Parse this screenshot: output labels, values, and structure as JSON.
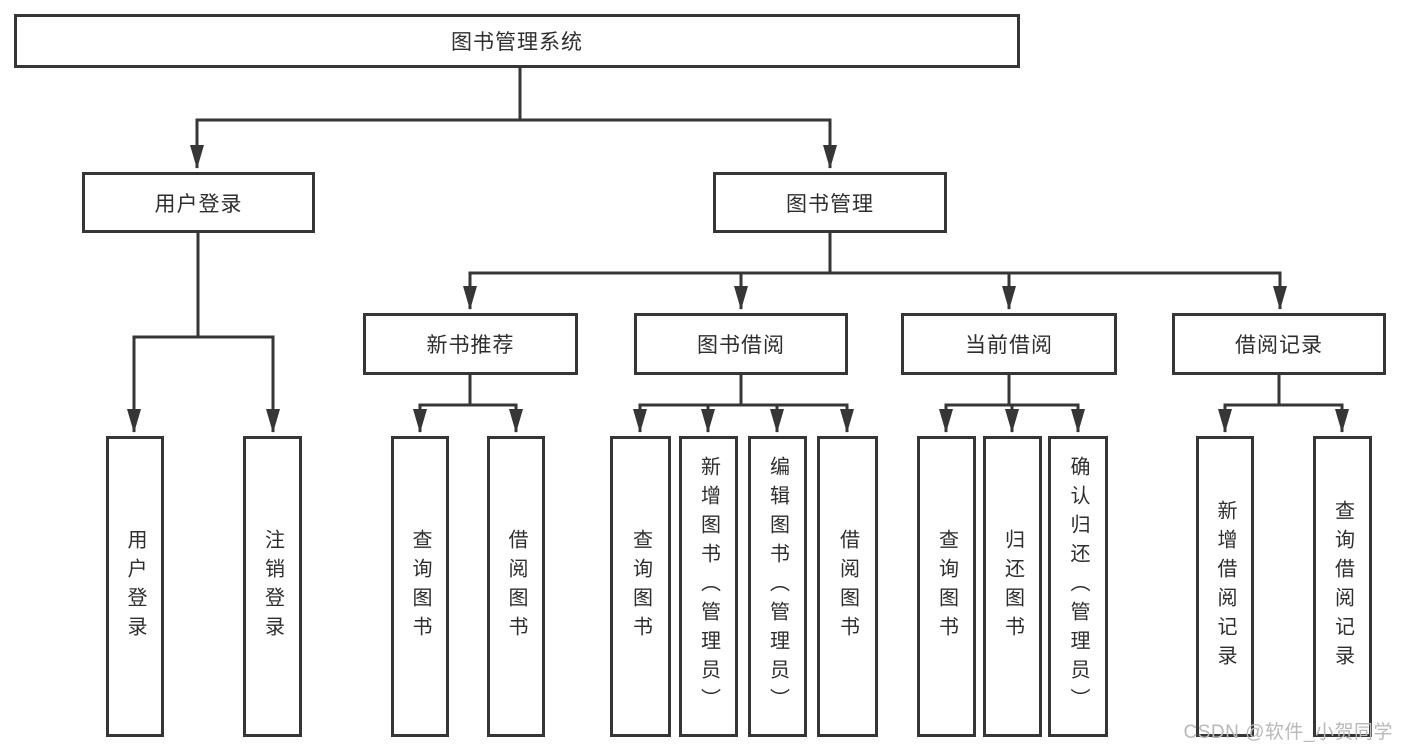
{
  "diagram": {
    "type": "tree",
    "title": "图书管理系统",
    "root": {
      "label": "图书管理系统",
      "children": [
        {
          "label": "用户登录",
          "children": [
            {
              "label": "用户登录"
            },
            {
              "label": "注销登录"
            }
          ]
        },
        {
          "label": "图书管理",
          "children": [
            {
              "label": "新书推荐",
              "children": [
                {
                  "label": "查询图书"
                },
                {
                  "label": "借阅图书"
                }
              ]
            },
            {
              "label": "图书借阅",
              "children": [
                {
                  "label": "查询图书"
                },
                {
                  "label": "新增图书（管理员）"
                },
                {
                  "label": "编辑图书（管理员）"
                },
                {
                  "label": "借阅图书"
                }
              ]
            },
            {
              "label": "当前借阅",
              "children": [
                {
                  "label": "查询图书"
                },
                {
                  "label": "归还图书"
                },
                {
                  "label": "确认归还（管理员）"
                }
              ]
            },
            {
              "label": "借阅记录",
              "children": [
                {
                  "label": "新增借阅记录"
                },
                {
                  "label": "查询借阅记录"
                }
              ]
            }
          ]
        }
      ]
    }
  },
  "watermark": {
    "text": "CSDN @软件_小贺同学"
  },
  "colors": {
    "line": "#363636",
    "box_border": "#363636",
    "box_background": "#ffffff",
    "text": "#2e2e2e",
    "watermark": "#b9b9b9",
    "page_background": "#ffffff"
  }
}
